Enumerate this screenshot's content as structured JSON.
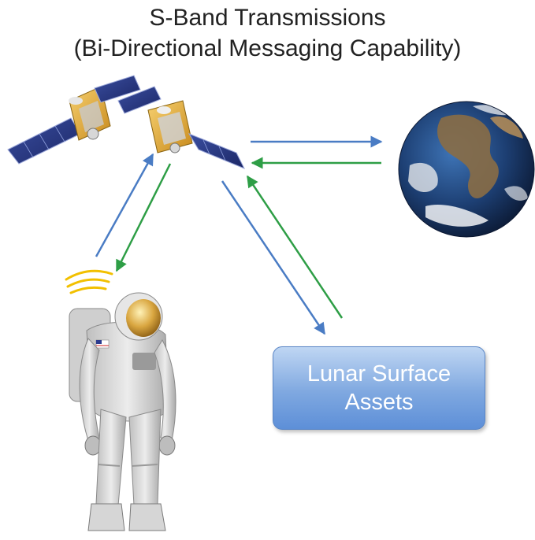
{
  "title": {
    "line1": "S-Band Transmissions",
    "line2": "(Bi-Directional Messaging Capability)"
  },
  "nodes": {
    "satellites": {
      "icon": "relay-satellite-icon",
      "count": 2
    },
    "earth": {
      "icon": "earth-globe-icon"
    },
    "astronaut": {
      "icon": "astronaut-icon"
    },
    "signal": {
      "icon": "radio-signal-icon"
    },
    "lunar_assets": {
      "line1": "Lunar Surface",
      "line2": "Assets"
    }
  },
  "links": [
    {
      "from": "satellite",
      "to": "earth",
      "color": "#4a7cc4"
    },
    {
      "from": "earth",
      "to": "satellite",
      "color": "#2e9e46"
    },
    {
      "from": "satellite",
      "to": "lunar_assets",
      "color": "#4a7cc4"
    },
    {
      "from": "lunar_assets",
      "to": "satellite",
      "color": "#2e9e46"
    },
    {
      "from": "astronaut",
      "to": "satellite",
      "color": "#4a7cc4"
    },
    {
      "from": "satellite",
      "to": "astronaut",
      "color": "#2e9e46"
    }
  ],
  "colors": {
    "uplink_blue": "#4a7cc4",
    "downlink_green": "#2e9e46",
    "box_fill": "#7fa8e0",
    "signal_arc": "#f2c000"
  }
}
